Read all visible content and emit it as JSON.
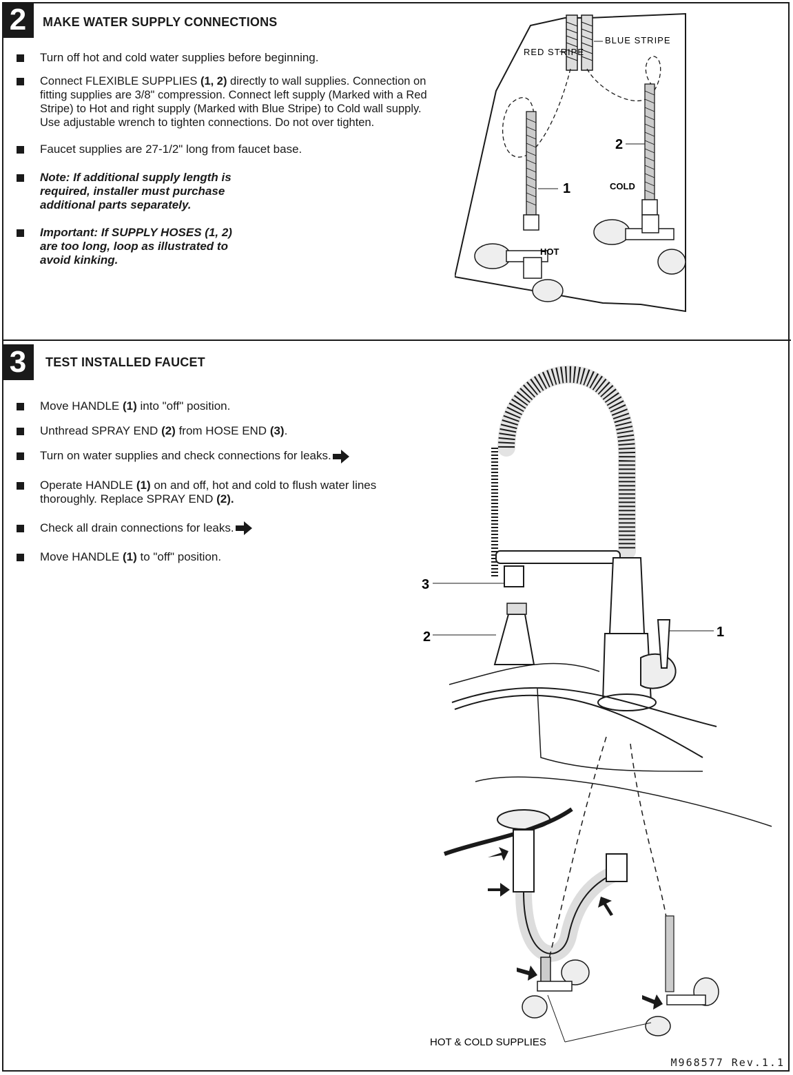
{
  "step2": {
    "number": "2",
    "title": "MAKE WATER SUPPLY CONNECTIONS",
    "bullets": [
      {
        "text": "Turn off hot and cold water supplies before beginning."
      },
      {
        "text_a": "Connect FLEXIBLE SUPPLIES ",
        "bold": "(1, 2)",
        "text_b": " directly to wall supplies. Connection on fitting supplies are 3/8\" compression. Connect left supply (Marked with a Red Stripe) to Hot and right supply (Marked with Blue Stripe) to Cold wall supply. Use adjustable wrench to tighten connections. Do not over tighten."
      },
      {
        "text": "Faucet supplies are 27-1/2\" long from faucet base."
      },
      {
        "text": "Note: If additional supply length is required, installer must purchase additional parts separately."
      },
      {
        "text": "Important: If SUPPLY HOSES (1, 2) are too long, loop as illustrated to avoid kinking."
      }
    ],
    "illustration": {
      "red_stripe": "RED STRIPE",
      "blue_stripe": "BLUE STRIPE",
      "callout_1": "1",
      "callout_2": "2",
      "hot": "HOT",
      "cold": "COLD"
    }
  },
  "step3": {
    "number": "3",
    "title": "TEST INSTALLED FAUCET",
    "bullets": [
      {
        "a": "Move HANDLE ",
        "b": "(1)",
        "c": " into \"off\" position."
      },
      {
        "a": "Unthread SPRAY END ",
        "b": "(2)",
        "c": " from HOSE END ",
        "d": "(3)",
        "e": "."
      },
      {
        "a": "Turn on water supplies and check connections for leaks.",
        "arrow": true
      },
      {
        "a": "Operate HANDLE ",
        "b": "(1)",
        "c": " on and off, hot and cold to flush water lines thoroughly. Replace SPRAY END ",
        "d": "(2)."
      },
      {
        "a": "Check all drain connections for leaks.",
        "arrow": true
      },
      {
        "a": "Move HANDLE ",
        "b": "(1)",
        "c": " to \"off\" position."
      }
    ],
    "illustration": {
      "callout_3": "3",
      "callout_2": "2",
      "callout_1": "1",
      "supplies_label": "HOT & COLD SUPPLIES"
    }
  },
  "footer": {
    "code": "M968577 Rev.1.1"
  }
}
